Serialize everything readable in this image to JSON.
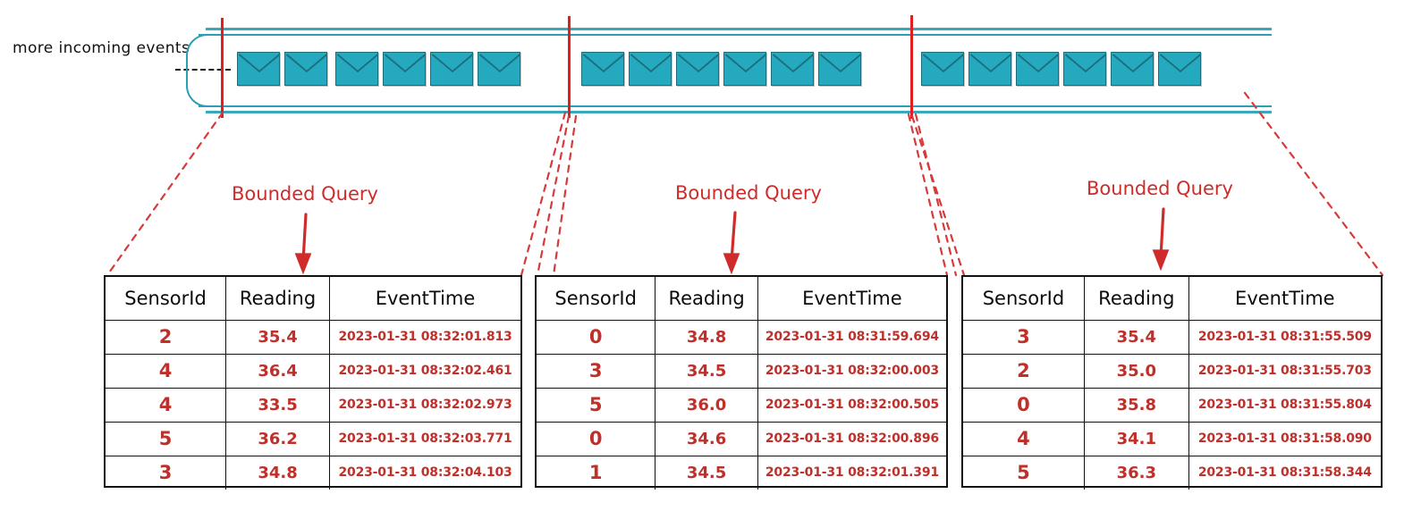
{
  "colors": {
    "teal": "#24a9bf",
    "teal_stroke": "#2b9fb3",
    "red": "#e02020",
    "red_text": "#c0302b",
    "ink": "#111111",
    "background": "#ffffff"
  },
  "stream": {
    "label": "more incoming events",
    "envelope_icon": "envelope-icon",
    "envelope_count": 18,
    "boundary_count": 3
  },
  "annotations": {
    "bounded_query_1": "Bounded Query",
    "bounded_query_2": "Bounded Query",
    "bounded_query_3": "Bounded Query"
  },
  "tables": [
    {
      "id": "query-result-1",
      "columns": [
        "SensorId",
        "Reading",
        "EventTime"
      ],
      "rows": [
        [
          "2",
          "35.4",
          "2023-01-31 08:32:01.813"
        ],
        [
          "4",
          "36.4",
          "2023-01-31 08:32:02.461"
        ],
        [
          "4",
          "33.5",
          "2023-01-31 08:32:02.973"
        ],
        [
          "5",
          "36.2",
          "2023-01-31 08:32:03.771"
        ],
        [
          "3",
          "34.8",
          "2023-01-31 08:32:04.103"
        ]
      ]
    },
    {
      "id": "query-result-2",
      "columns": [
        "SensorId",
        "Reading",
        "EventTime"
      ],
      "rows": [
        [
          "0",
          "34.8",
          "2023-01-31 08:31:59.694"
        ],
        [
          "3",
          "34.5",
          "2023-01-31 08:32:00.003"
        ],
        [
          "5",
          "36.0",
          "2023-01-31 08:32:00.505"
        ],
        [
          "0",
          "34.6",
          "2023-01-31 08:32:00.896"
        ],
        [
          "1",
          "34.5",
          "2023-01-31 08:32:01.391"
        ]
      ]
    },
    {
      "id": "query-result-3",
      "columns": [
        "SensorId",
        "Reading",
        "EventTime"
      ],
      "rows": [
        [
          "3",
          "35.4",
          "2023-01-31 08:31:55.509"
        ],
        [
          "2",
          "35.0",
          "2023-01-31 08:31:55.703"
        ],
        [
          "0",
          "35.8",
          "2023-01-31 08:31:55.804"
        ],
        [
          "4",
          "34.1",
          "2023-01-31 08:31:58.090"
        ],
        [
          "5",
          "36.3",
          "2023-01-31 08:31:58.344"
        ]
      ]
    }
  ]
}
